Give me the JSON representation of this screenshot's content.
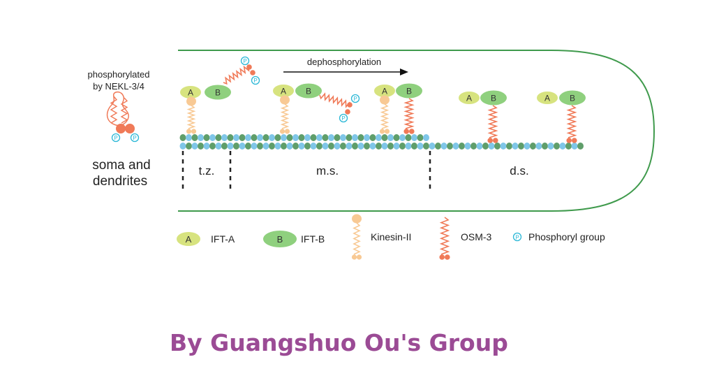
{
  "phospho_label": {
    "line1": "phosphorylated",
    "line2": "by NEKL-3/4"
  },
  "soma_label": {
    "line1": "soma and",
    "line2": "dendrites"
  },
  "arrow_label": "dephosphorylation",
  "regions": {
    "tz": "t.z.",
    "ms": "m.s.",
    "ds": "d.s."
  },
  "symbols": {
    "a": "A",
    "b": "B",
    "p": "P"
  },
  "legend": {
    "ift_a": "IFT-A",
    "ift_b": "IFT-B",
    "kinesin": "Kinesin-II",
    "osm3": "OSM-3",
    "phosphoryl": "Phosphoryl group"
  },
  "credit": "By Guangshuo Ou's Group",
  "colors": {
    "membrane": "#3f9a4c",
    "ift_a": "#d7e37f",
    "ift_b": "#8fd07e",
    "kinesin": "#f8c994",
    "osm3": "#f07a58",
    "phosphate": "#29b7d6",
    "tubule_green": "#5f9e6a",
    "tubule_blue": "#7fc6e8",
    "credit": "#9b4b95"
  }
}
